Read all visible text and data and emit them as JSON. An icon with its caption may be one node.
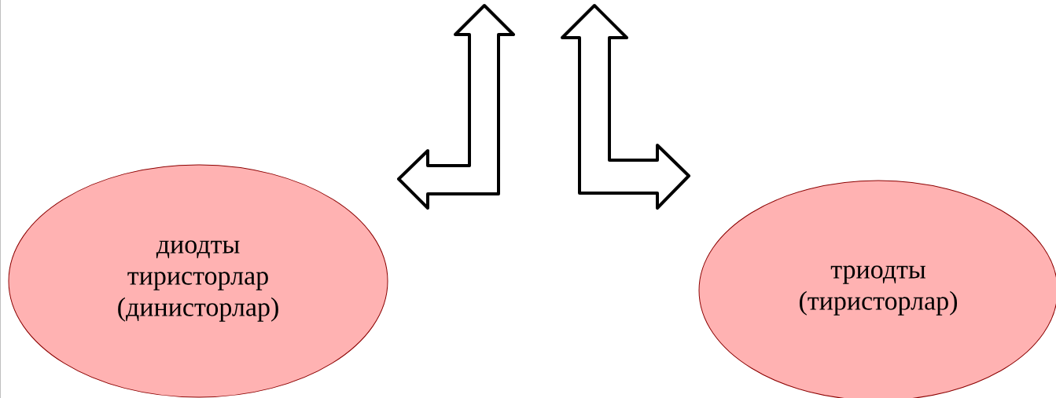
{
  "diagram": {
    "nodes": [
      {
        "text": [
          "диодты тиристорлар (динисторлар)"
        ]
      },
      {
        "text": [
          "триодты (тиристорлар)"
        ]
      }
    ],
    "edges": [
      {
        "from": null,
        "to": 0,
        "arrow": "both"
      },
      {
        "from": null,
        "to": 1,
        "arrow": "both"
      }
    ]
  }
}
